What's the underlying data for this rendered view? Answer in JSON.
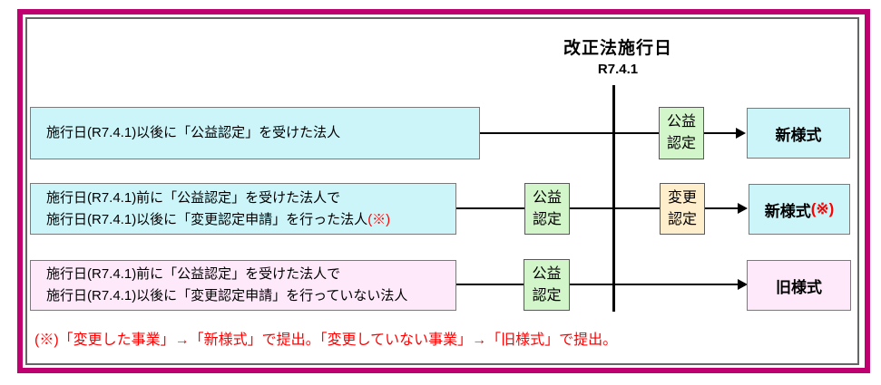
{
  "diagram": {
    "title": "改正法施行日",
    "date": "R7.4.1",
    "footnote": "(※)「変更した事業」→「新様式」で提出。「変更していない事業」→「旧様式」で提出。",
    "colors": {
      "frame_magenta": "#bf006f",
      "inner_border_gray": "#666666",
      "cyan_fill": "#ccf5fa",
      "green_fill": "#d2f5c9",
      "tan_fill": "#ffeecc",
      "pink_fill": "#fde9fa",
      "note_red": "#ff0000"
    },
    "rows": [
      {
        "case_lines": [
          "施行日(R7.4.1)以後に「公益認定」を受けた法人"
        ],
        "case_note": "",
        "step_after": "公益\n認定",
        "result": "新様式",
        "result_note": ""
      },
      {
        "case_lines": [
          "施行日(R7.4.1)前に「公益認定」を受けた法人で",
          "施行日(R7.4.1)以後に「変更認定申請」を行った法人"
        ],
        "case_note": "(※)",
        "step_before": "公益\n認定",
        "step_after": "変更\n認定",
        "result": "新様式",
        "result_note": "(※)"
      },
      {
        "case_lines": [
          "施行日(R7.4.1)前に「公益認定」を受けた法人で",
          "施行日(R7.4.1)以後に「変更認定申請」を行っていない法人"
        ],
        "case_note": "",
        "step_before": "公益\n認定",
        "result": "旧様式",
        "result_note": ""
      }
    ]
  }
}
